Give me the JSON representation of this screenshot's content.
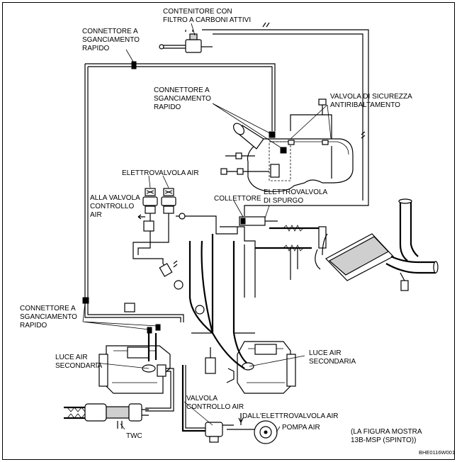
{
  "labels": {
    "canister": [
      "CONTENITORE CON",
      "FILTRO A CARBONI ATTIVI"
    ],
    "quick_connector_top": [
      "CONNETTORE A",
      "SGANCIAMENTO",
      "RAPIDO"
    ],
    "quick_connector_mid": [
      "CONNETTORE A",
      "SGANCIAMENTO",
      "RAPIDO"
    ],
    "quick_connector_left": [
      "CONNETTORE A",
      "SGANCIAMENTO",
      "RAPIDO"
    ],
    "rollover_valve": [
      "VALVOLA DI SICUREZZA",
      "ANTIRIBALTAMENTO"
    ],
    "air_solenoid": "ELETTROVALVOLA AIR",
    "to_air_control": [
      "ALLA VALVOLA",
      "CONTROLLO",
      "AIR"
    ],
    "manifold": "COLLETTORE",
    "purge_solenoid": [
      "ELETTROVALVOLA",
      "DI SPURGO"
    ],
    "secondary_air_port_left": [
      "LUCE AIR",
      "SECONDARIA"
    ],
    "secondary_air_port_right": [
      "LUCE AIR",
      "SECONDARIA"
    ],
    "air_control_valve": [
      "VALVOLA",
      "CONTROLLO AIR"
    ],
    "from_air_solenoid": "DALL'ELETTROVALVOLA AIR",
    "air_pump": "POMPA AIR",
    "twc": "TWC",
    "note": [
      "(LA FIGURA MOSTRA",
      "13B-MSP (SPINTO))"
    ],
    "figure_code": "BHE0116W001"
  }
}
